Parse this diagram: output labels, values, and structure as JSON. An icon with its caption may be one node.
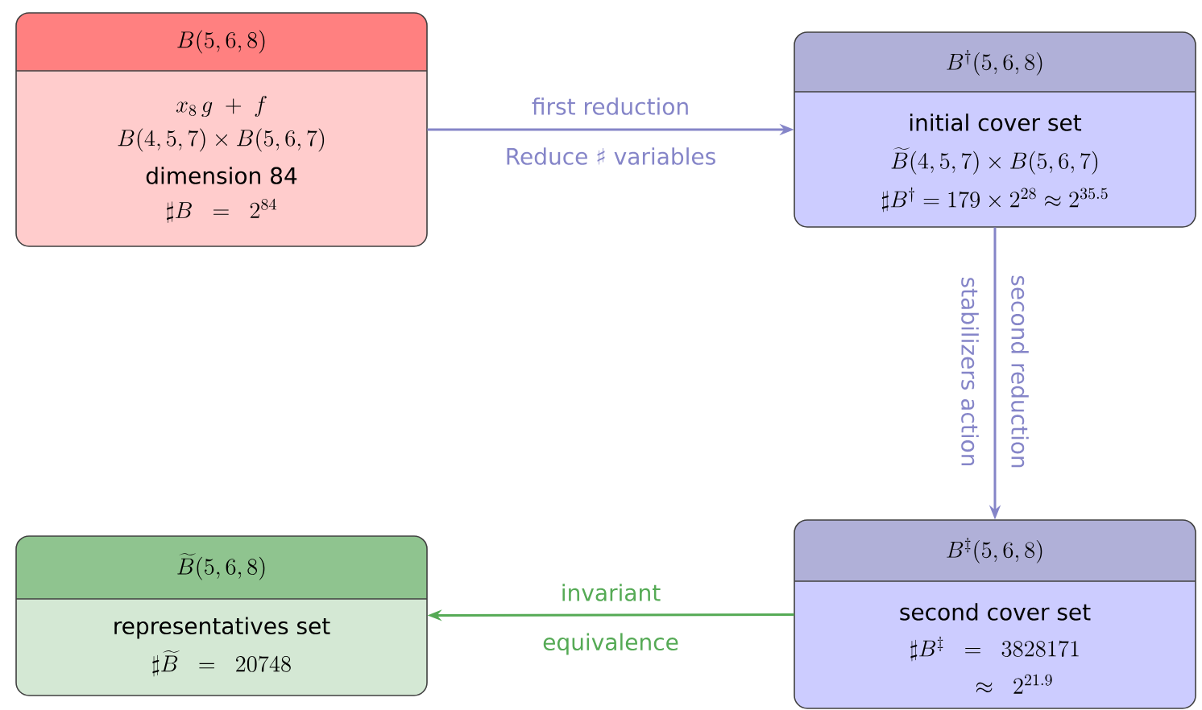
{
  "diagram": {
    "nodes": [
      {
        "text": [
          "B(5,6,8)",
          "x_8\\, g\\; +\\; f",
          "B(4,5,7)\\times B(5,6,7)",
          "dimension 84",
          "\\sharp B\\;\\;=\\;\\;2^{84}"
        ]
      },
      {
        "text": [
          "B^{\\dagger}(5,6,8)",
          "initial cover set",
          "\\widetilde{B}(4,5,7)\\times B(5,6,7)",
          "\\sharp B^{\\dagger}=179\\times 2^{28}\\approx 2^{35.5}"
        ]
      },
      {
        "text": [
          "B^{\\ddagger}(5,6,8)",
          "second cover set",
          "\\sharp B^{\\ddagger}\\;\\;=\\;\\;3828171",
          "\\approx\\;\\;2^{21.9}"
        ]
      },
      {
        "text": [
          "\\widetilde{B}(5,6,8)",
          "representatives set",
          "\\sharp\\widetilde{B}\\;\\;=\\;\\;20748"
        ]
      }
    ],
    "edges": [
      {
        "from": 0,
        "to": 1,
        "arrow": "to",
        "label": "first reduction"
      },
      {
        "from": 1,
        "to": 2,
        "arrow": "to",
        "label": "second reduction"
      },
      {
        "from": 2,
        "to": 3,
        "arrow": "to",
        "label": "invariant",
        "color": "#55aa55"
      }
    ],
    "labels": [
      "Reduce ♯ variables",
      "stabilizers action",
      "equivalence"
    ]
  }
}
